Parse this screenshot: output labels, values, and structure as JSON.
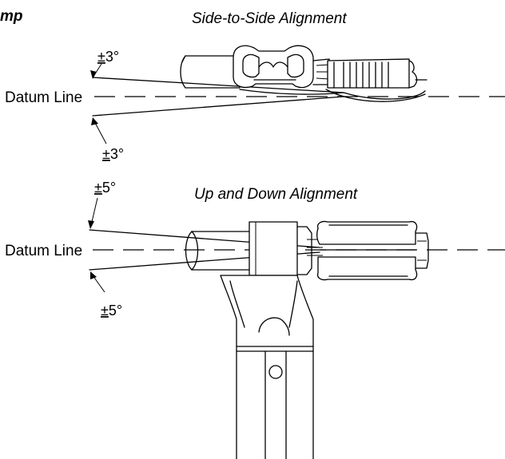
{
  "header": {
    "partial_title": "mp"
  },
  "views": {
    "side_to_side": {
      "title": "Side-to-Side Alignment",
      "datum_label": "Datum Line",
      "upper_angle": {
        "sign": "±",
        "value": "3°"
      },
      "lower_angle": {
        "sign": "±",
        "value": "3°"
      }
    },
    "up_and_down": {
      "title": "Up and Down Alignment",
      "datum_label": "Datum Line",
      "upper_angle": {
        "sign": "±",
        "value": "5°"
      },
      "lower_angle": {
        "sign": "±",
        "value": "5°"
      }
    }
  },
  "icons": {
    "arrow": "angle-arrow-icon"
  }
}
